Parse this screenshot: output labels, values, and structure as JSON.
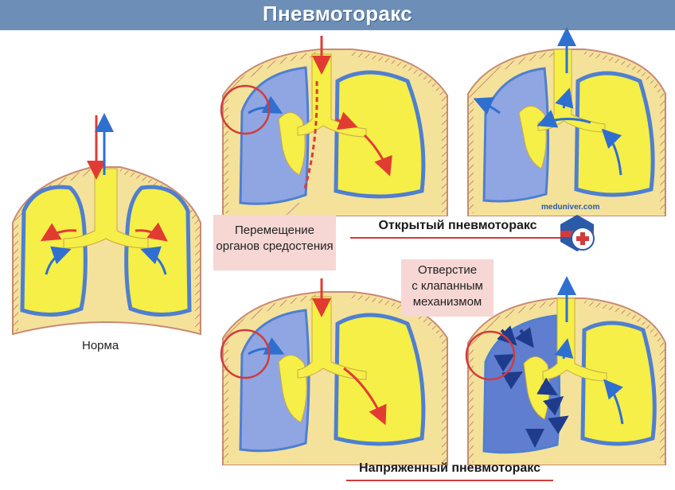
{
  "title": "Пневмоторакс",
  "labels": {
    "normal": "Норма",
    "mediastinum_shift_line1": "Перемещение",
    "mediastinum_shift_line2": "органов средостения",
    "valve_line1": "Отверстие",
    "valve_line2": "с клапанным",
    "valve_line3": "механизмом",
    "open": "Открытый пневмоторакс",
    "tension": "Напряженный пневмоторакс"
  },
  "watermark": "meduniver.com",
  "colors": {
    "title_bar": "#6d8fb7",
    "chest": "#f4e29a",
    "lung": "#f5ef47",
    "lung_border": "#4f7fd0",
    "air": "#8fa6e2",
    "airflow_in": "#e23b32",
    "airflow_out": "#2f6fd0",
    "callout_bg": "#f6d7d3",
    "caption_line": "#d23b3b"
  }
}
